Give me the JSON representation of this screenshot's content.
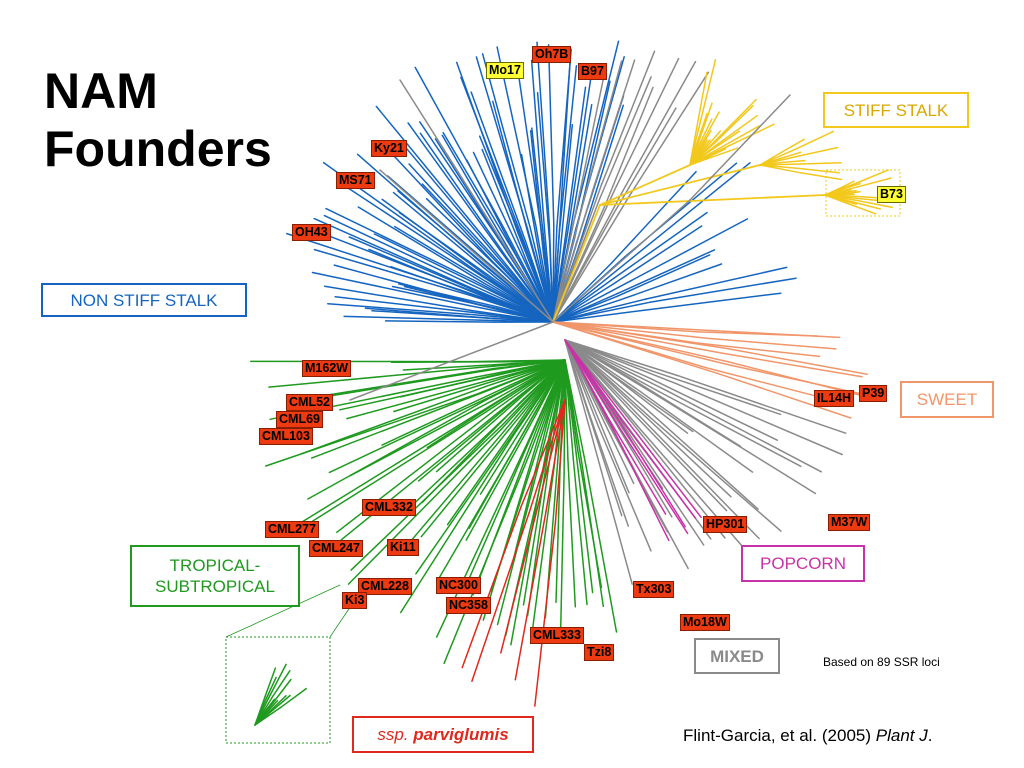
{
  "title": {
    "line1": "NAM",
    "line2": "Founders"
  },
  "groups": {
    "stiff_stalk": "STIFF STALK",
    "non_stiff_stalk": "NON STIFF STALK",
    "sweet": "SWEET",
    "popcorn": "POPCORN",
    "mixed": "MIXED",
    "tropical_line1": "TROPICAL-",
    "tropical_line2": "SUBTROPICAL",
    "parviglumis_prefix": "ssp. ",
    "parviglumis_name": "parviglumis"
  },
  "founders": {
    "oh7b": "Oh7B",
    "mo17": "Mo17",
    "b97": "B97",
    "ky21": "Ky21",
    "ms71": "MS71",
    "oh43": "OH43",
    "b73": "B73",
    "m162w": "M162W",
    "il14h": "IL14H",
    "p39": "P39",
    "cml52": "CML52",
    "cml69": "CML69",
    "cml103": "CML103",
    "cml332": "CML332",
    "cml277": "CML277",
    "cml247": "CML247",
    "ki11": "Ki11",
    "hp301": "HP301",
    "m37w": "M37W",
    "cml228": "CML228",
    "ki3": "Ki3",
    "nc300": "NC300",
    "nc358": "NC358",
    "tx303": "Tx303",
    "mo18w": "Mo18W",
    "cml333": "CML333",
    "tzi8": "Tzi8"
  },
  "note": "Based on 89 SSR loci",
  "citation": {
    "authors": "Flint-Garcia, et al. (2005) ",
    "journal": "Plant J",
    "end": "."
  },
  "colors": {
    "non_stiff_stalk": "#1565c0",
    "stiff_stalk": "#f2c81c",
    "sweet": "#f0966a",
    "popcorn": "#c832a8",
    "mixed": "#8a8a8a",
    "tropical": "#1f9a1f",
    "parviglumis": "#e0281c",
    "founder_label": "#ee3a10",
    "highlight_label": "#ffff33"
  }
}
